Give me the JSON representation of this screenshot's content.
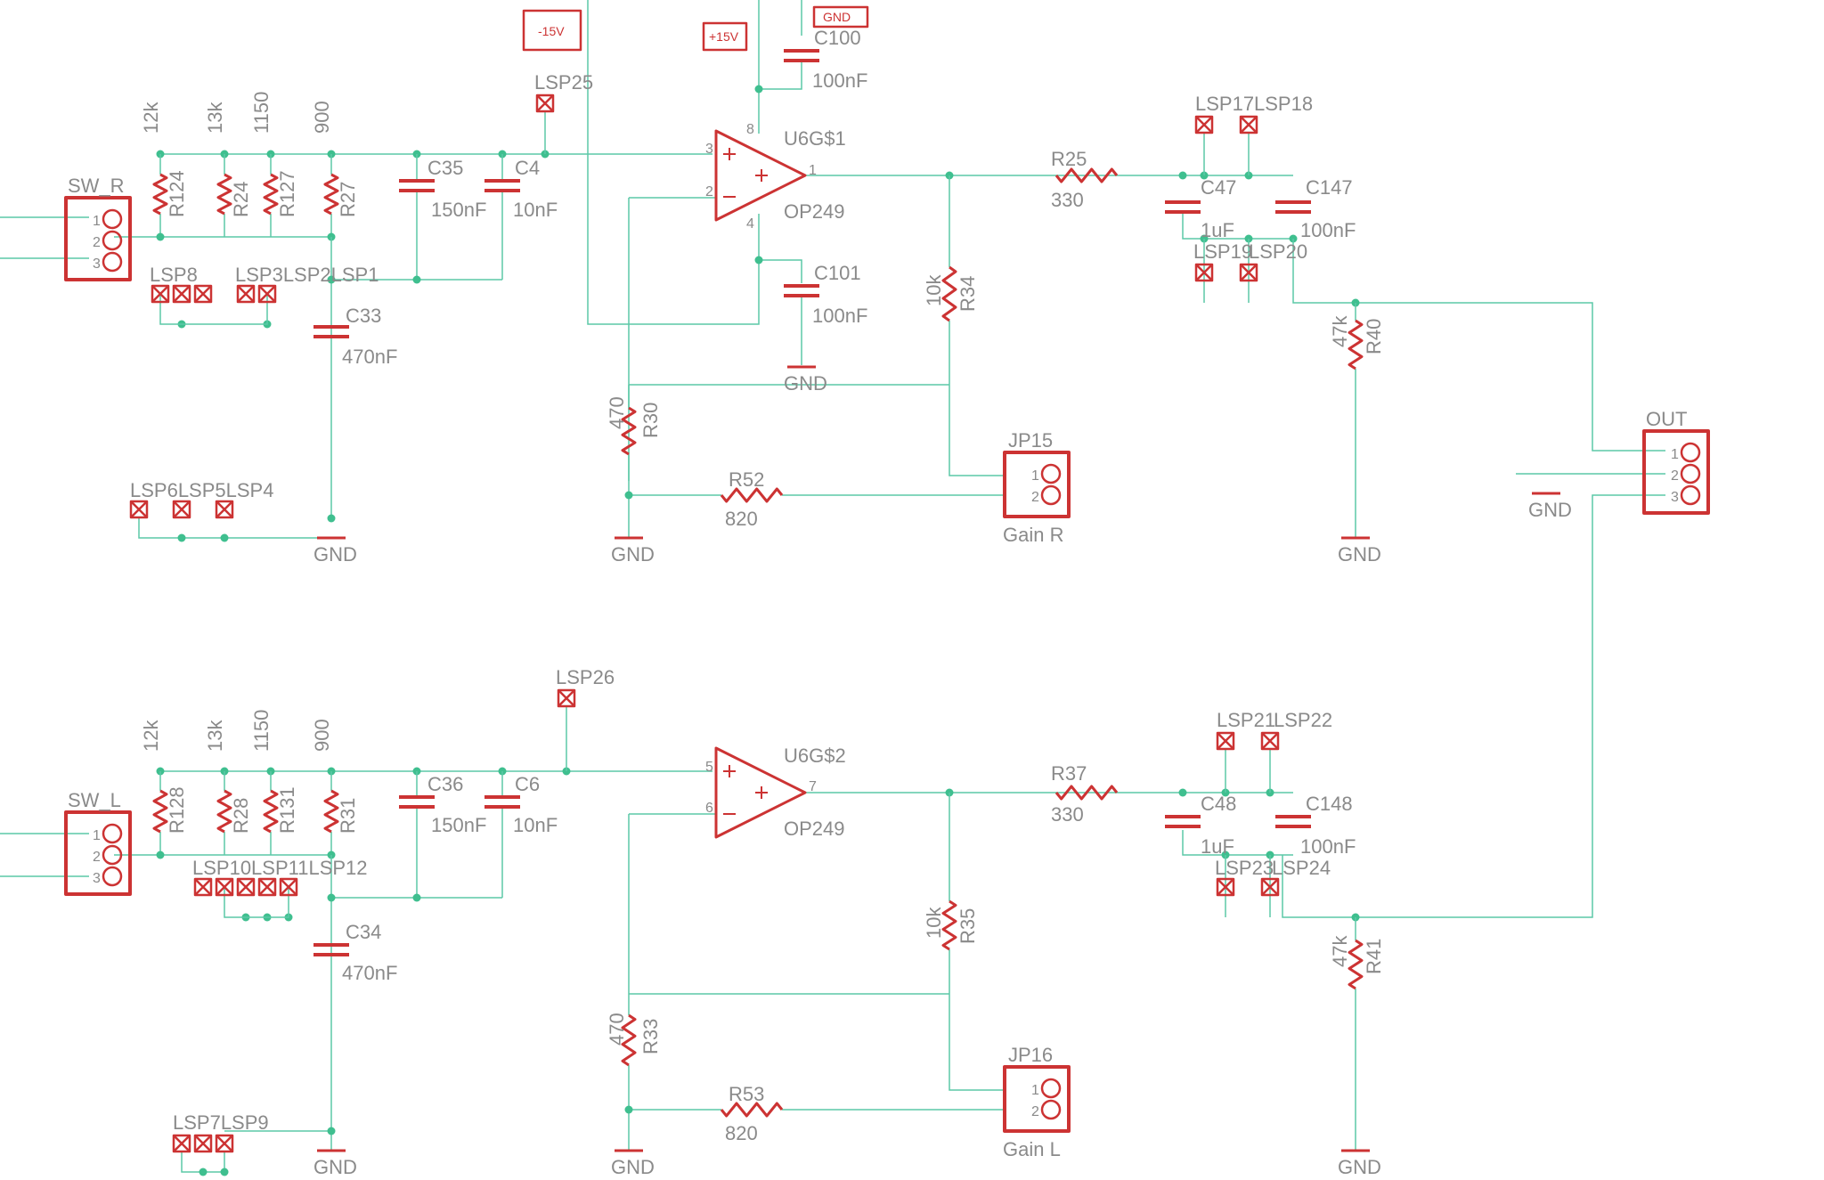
{
  "labels": {
    "supply_neg": "-15V",
    "supply_pos": "+15V",
    "gnd_top": "GND",
    "c100": "C100",
    "c100v": "100nF",
    "c101": "C101",
    "c101v": "100nF",
    "lsp25": "LSP25",
    "lsp26": "LSP26",
    "u1": "U6G$1",
    "u1t": "OP249",
    "u2": "U6G$2",
    "u2t": "OP249",
    "sw_r": "SW_R",
    "sw_l": "SW_L",
    "out": "OUT",
    "r124v": "12k",
    "r24v": "13k",
    "r127v": "1150",
    "r27v": "900",
    "r124": "R124",
    "r24": "R24",
    "r127": "R127",
    "r27": "R27",
    "r128v": "12k",
    "r28v": "13k",
    "r131v": "1150",
    "r31v": "900",
    "r128": "R128",
    "r28": "R28",
    "r131": "R131",
    "r31": "R31",
    "c35": "C35",
    "c35v": "150nF",
    "c4": "C4",
    "c4v": "10nF",
    "c36": "C36",
    "c36v": "150nF",
    "c6": "C6",
    "c6v": "10nF",
    "c33": "C33",
    "c33v": "470nF",
    "c34": "C34",
    "c34v": "470nF",
    "lsp_row_r": "LSP3LSP2LSP1",
    "lsp_row_r_a": "LSP8",
    "lsp_row_l": "LSP10LSP11LSP12",
    "lsp_bot_r": "LSP6LSP5LSP4",
    "lsp_bot_l": "LSP7LSP9",
    "r34": "R34",
    "r34v": "10k",
    "r35": "R35",
    "r35v": "10k",
    "r30": "R30",
    "r30v": "470",
    "r33": "R33",
    "r33v": "470",
    "r52": "R52",
    "r52v": "820",
    "r53": "R53",
    "r53v": "820",
    "jp15": "JP15",
    "jp15t": "Gain R",
    "jp16": "JP16",
    "jp16t": "Gain L",
    "r25": "R25",
    "r25v": "330",
    "r37": "R37",
    "r37v": "330",
    "c47": "C47",
    "c47v": "1uF",
    "c147": "C147",
    "c147v": "100nF",
    "c48": "C48",
    "c48v": "1uF",
    "c148": "C148",
    "c148v": "100nF",
    "lsp17": "LSP17",
    "lsp18": "LSP18",
    "lsp19": "LSP19",
    "lsp20": "LSP20",
    "lsp21": "LSP21",
    "lsp22": "LSP22",
    "lsp23": "LSP23",
    "lsp24": "LSP24",
    "r40": "R40",
    "r40v": "47k",
    "r41": "R41",
    "r41v": "47k",
    "gnd": "GND",
    "pin1": "1",
    "pin2": "2",
    "pin3": "3",
    "pin4": "4",
    "pin5": "5",
    "pin6": "6",
    "pin7": "7",
    "pin8": "8"
  },
  "colors": {
    "wire": "#5cc9a7",
    "symbol": "#cc3333",
    "text": "#8a8a8a",
    "junction": "#3fbf8f"
  }
}
